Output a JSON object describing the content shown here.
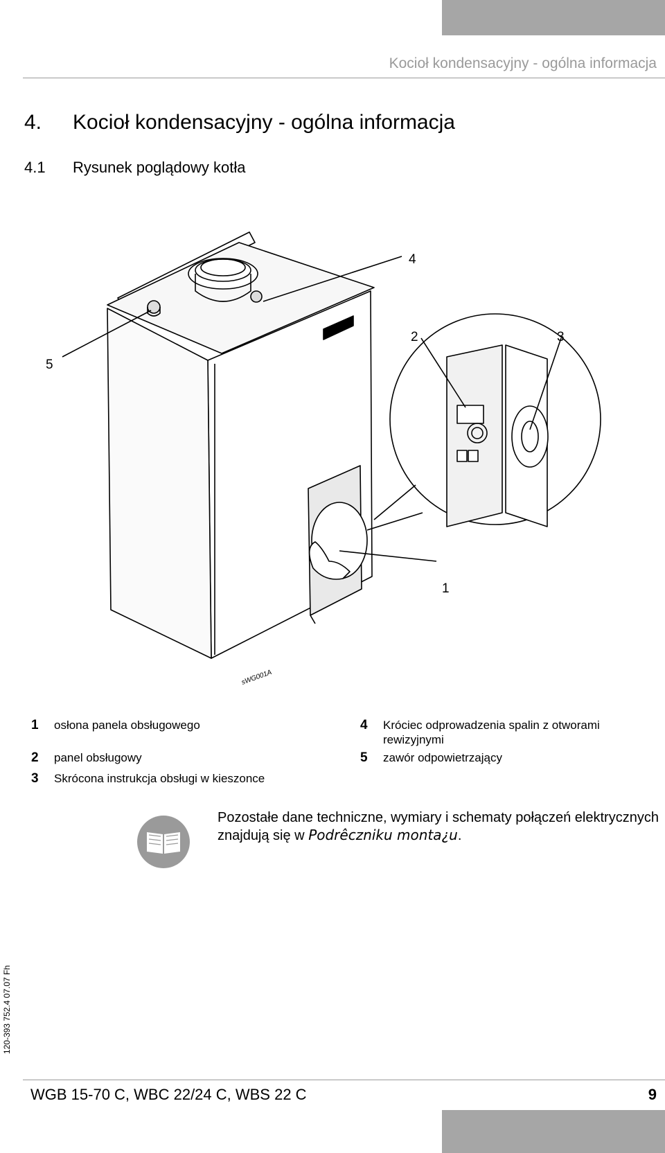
{
  "header": {
    "running_title": "Kocioł kondensacyjny - ogólna informacja"
  },
  "section": {
    "number": "4.",
    "title": "Kocioł kondensacyjny - ogólna informacja"
  },
  "subsection": {
    "number": "4.1",
    "title": "Rysunek poglądowy kotła"
  },
  "figure": {
    "code": "sWG001A",
    "callouts": [
      "1",
      "2",
      "3",
      "4",
      "5"
    ]
  },
  "legend": [
    {
      "num": "1",
      "text": "osłona panela obsługowego"
    },
    {
      "num": "2",
      "text": "panel obsługowy"
    },
    {
      "num": "3",
      "text": "Skrócona instrukcja obsługi w kieszonce"
    },
    {
      "num": "4",
      "text": "Króciec odprowadzenia spalin z otworami rewizyjnymi"
    },
    {
      "num": "5",
      "text": "zawór odpowietrzający"
    }
  ],
  "note": {
    "text_before": "Pozostałe dane techniczne, wymiary i schematy połączeń elektrycznych znajdują się w ",
    "reference": "Podrêczniku monta¿u",
    "text_after": ".",
    "icon": "book-icon"
  },
  "side_code": "120-393 752.4 07.07 Fh",
  "footer": {
    "models": "WGB 15-70 C, WBC 22/24 C, WBS 22 C",
    "page": "9"
  }
}
